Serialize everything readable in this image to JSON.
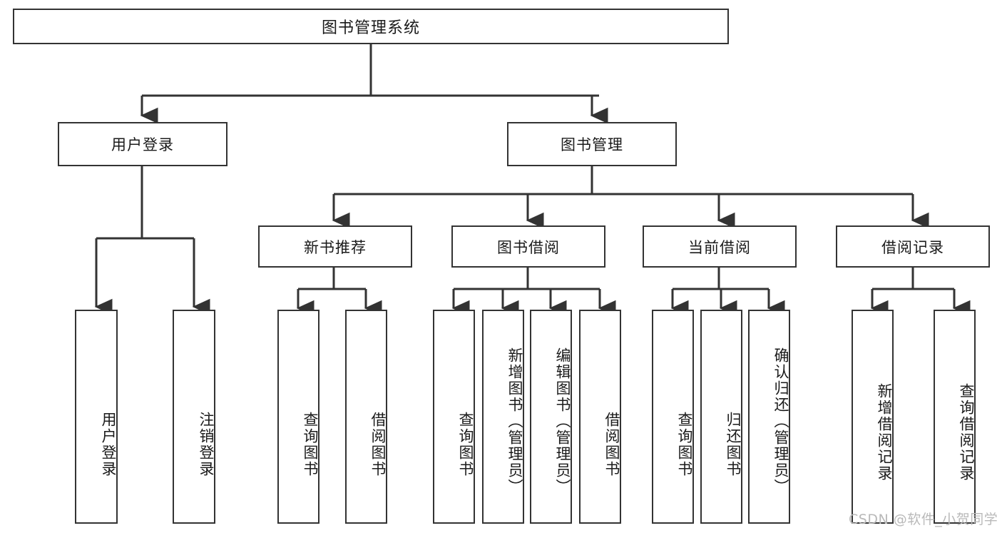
{
  "diagram": {
    "title": "图书管理系统",
    "type": "hierarchy-tree",
    "levels": 4,
    "watermark": "CSDN @软件_小贺同学",
    "colors": {
      "node_border": "#333333",
      "node_fill": "#ffffff",
      "edge": "#333333",
      "text": "#1a1a1a",
      "watermark": "#b9b9b9",
      "background": "#ffffff"
    }
  },
  "nodes": {
    "root": {
      "label": "图书管理系统"
    },
    "level2": [
      {
        "id": "user-login",
        "label": "用户登录"
      },
      {
        "id": "book-manage",
        "label": "图书管理"
      }
    ],
    "level3": [
      {
        "id": "new-book-recommend",
        "label": "新书推荐"
      },
      {
        "id": "book-borrow",
        "label": "图书借阅"
      },
      {
        "id": "current-borrow",
        "label": "当前借阅"
      },
      {
        "id": "borrow-record",
        "label": "借阅记录"
      }
    ],
    "leaves": {
      "user-login": [
        {
          "id": "leaf-user-login",
          "label": "用户登录"
        },
        {
          "id": "leaf-user-logout",
          "label": "注销登录"
        }
      ],
      "new-book-recommend": [
        {
          "id": "leaf-query-book-1",
          "label": "查询图书"
        },
        {
          "id": "leaf-borrow-book-1",
          "label": "借阅图书"
        }
      ],
      "book-borrow": [
        {
          "id": "leaf-query-book-2",
          "label": "查询图书"
        },
        {
          "id": "leaf-add-book",
          "label": "新增图书（管理员）"
        },
        {
          "id": "leaf-edit-book",
          "label": "编辑图书（管理员）"
        },
        {
          "id": "leaf-borrow-book-2",
          "label": "借阅图书"
        }
      ],
      "current-borrow": [
        {
          "id": "leaf-query-book-3",
          "label": "查询图书"
        },
        {
          "id": "leaf-return-book",
          "label": "归还图书"
        },
        {
          "id": "leaf-confirm-return",
          "label": "确认归还（管理员）"
        }
      ],
      "borrow-record": [
        {
          "id": "leaf-add-record",
          "label": "新增借阅记录"
        },
        {
          "id": "leaf-query-record",
          "label": "查询借阅记录"
        }
      ]
    }
  }
}
